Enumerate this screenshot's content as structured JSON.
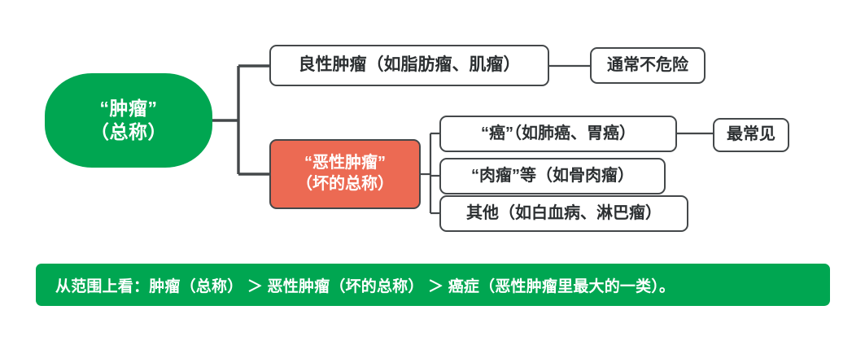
{
  "diagram": {
    "root": {
      "line1": "“肿瘤”",
      "line2": "（总称）"
    },
    "benign": {
      "label": "良性肿瘤（如脂肪瘤、肌瘤）",
      "note": "通常不危险"
    },
    "malignant": {
      "line1": "“恶性肿瘤”",
      "line2": "（坏的总称）"
    },
    "malignant_children": [
      {
        "label": "“癌”（如肺癌、胃癌）",
        "note": "最常见"
      },
      {
        "label": "“肉瘤”等（如骨肉瘤）",
        "note": ""
      },
      {
        "label": "其他（如白血病、淋巴瘤）",
        "note": ""
      }
    ],
    "banner": {
      "text": "从范围上看：肿瘤（总称） ＞ 恶性肿瘤（坏的总称） ＞ 癌症（恶性肿瘤里最大的一类）。"
    },
    "colors": {
      "green": "#00a651",
      "salmon": "#ec6a53",
      "outline": "#44484a",
      "text_dark": "#2b2f31"
    }
  }
}
